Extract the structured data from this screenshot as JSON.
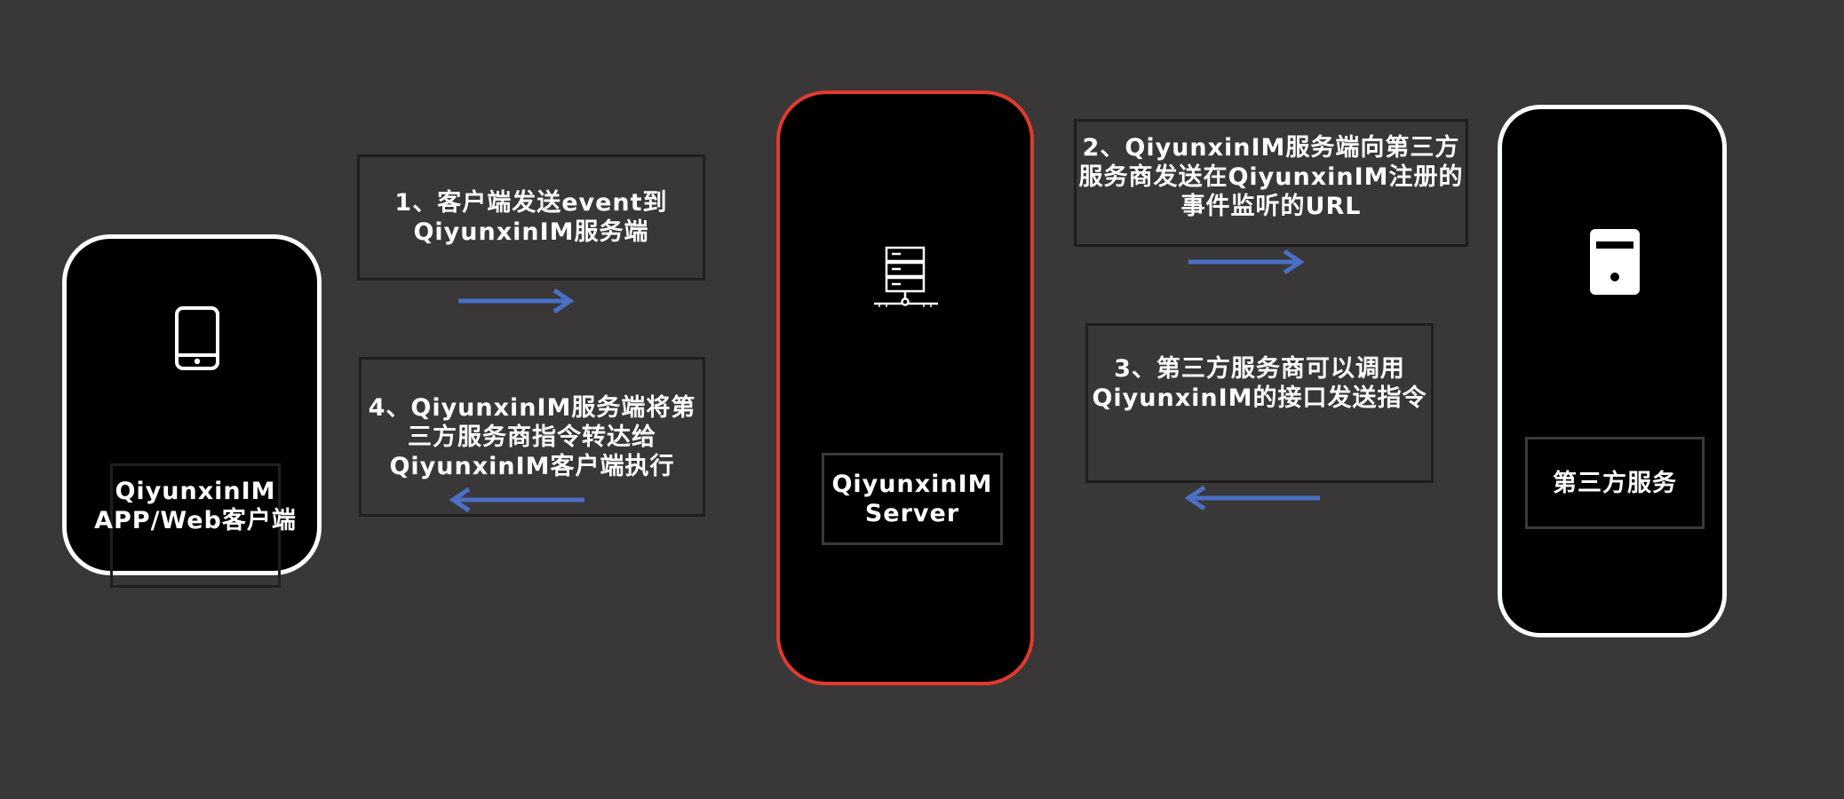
{
  "nodes": {
    "client": {
      "label": "QiyunxinIM\nAPP/Web客户端",
      "icon": "mobile-phone-icon"
    },
    "server": {
      "label": "QiyunxinIM\nServer",
      "icon": "server-rack-icon"
    },
    "third": {
      "label": "第三方服务",
      "icon": "server-tower-icon"
    }
  },
  "messages": {
    "step1": "1、客户端发送event到\nQiyunxinIM服务端",
    "step2": "2、QiyunxinIM服务端向第三方\n服务商发送在QiyunxinIM注册的\n事件监听的URL",
    "step3": "3、第三方服务商可以调用\nQiyunxinIM的接口发送指令",
    "step4": "4、QiyunxinIM服务端将第\n三方服务商指令转达给\nQiyunxinIM客户端执行"
  },
  "colors": {
    "background": "#393738",
    "arrow": "#4a6fc4",
    "server_border": "#e23a2c",
    "device_border": "#ffffff"
  }
}
